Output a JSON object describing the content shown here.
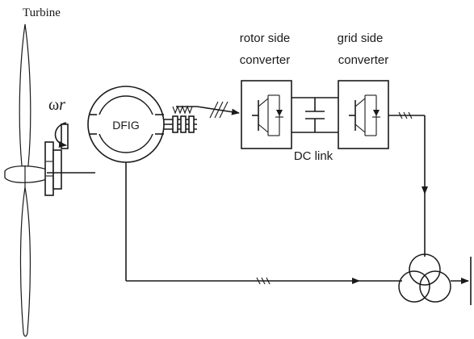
{
  "labels": {
    "turbine": "Turbine",
    "generator": "DFIG",
    "rotor_speed_symbol": "ω",
    "rotor_speed_subscript": "r",
    "rotor_converter_line1": "rotor side",
    "rotor_converter_line2": "converter",
    "grid_converter_line1": "grid side",
    "grid_converter_line2": "converter",
    "dc_link": "DC link"
  },
  "icons": {
    "turbine_blade": "turbine-blade-icon",
    "gearbox": "gearbox-icon",
    "generator": "generator-ring-icon",
    "slip_rings": "slip-ring-icon",
    "converter_switch": "igbt-diode-icon",
    "capacitor": "capacitor-icon",
    "transformer": "three-winding-transformer-icon"
  },
  "colors": {
    "line": "#1a1a1a",
    "background": "#ffffff"
  }
}
